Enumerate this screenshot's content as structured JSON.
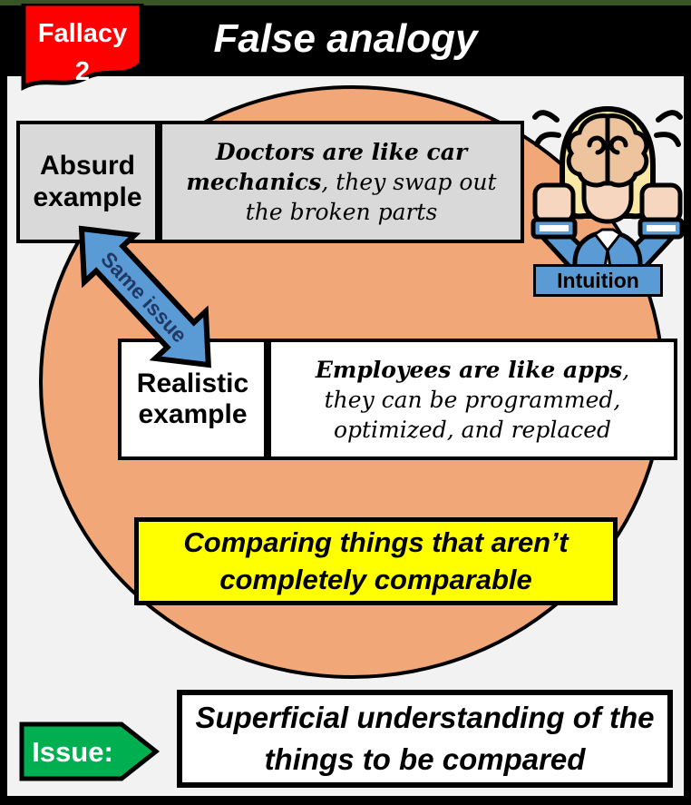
{
  "header": {
    "badge": {
      "line1": "Fallacy",
      "line2": "2"
    },
    "title": "False analogy"
  },
  "absurd_example": {
    "label": "Absurd example",
    "statement_bold": "Doctors are like car mechanics",
    "statement_rest": ", they swap out the broken parts"
  },
  "realistic_example": {
    "label": "Realistic example",
    "statement_bold": "Employees are like apps",
    "statement_rest": ", they can be programmed, optimized, and replaced"
  },
  "arrow": {
    "label": "Same issue"
  },
  "intuition": {
    "label": "Intuition",
    "icon": "person-with-brain-stress-icon"
  },
  "conclusion": {
    "text": "Comparing things that aren’t completely comparable"
  },
  "issue": {
    "label": "Issue:",
    "text": "Superficial understanding of the things to be compared"
  },
  "colors": {
    "frame_green": "#375623",
    "title_bar_black": "#000000",
    "badge_red": "#FF0000",
    "circle_orange": "#F2A778",
    "box_gray": "#D9D9D9",
    "accent_blue": "#5B9BD5",
    "arrow_text_blue": "#1F3864",
    "highlight_yellow": "#FFFF00",
    "issue_green": "#00B050",
    "background_gray": "#F2F2F2"
  }
}
